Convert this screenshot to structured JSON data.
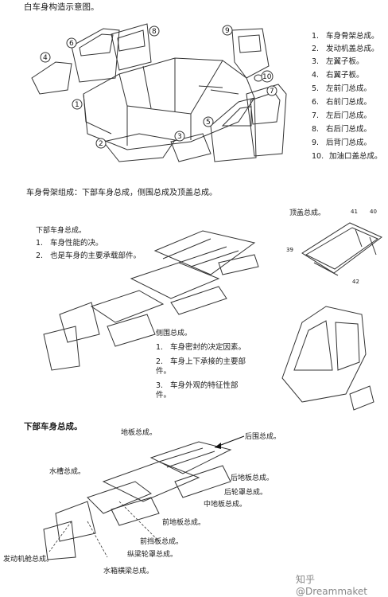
{
  "title": "白车身构造示意图。",
  "callouts_top": [
    "4",
    "6",
    "8",
    "9",
    "7",
    "10",
    "1",
    "2",
    "3",
    "5"
  ],
  "legend": [
    {
      "num": "1.",
      "label": "车身骨架总成。"
    },
    {
      "num": "2.",
      "label": "发动机盖总成。"
    },
    {
      "num": "3.",
      "label": "左翼子板。"
    },
    {
      "num": "4.",
      "label": "右翼子板。"
    },
    {
      "num": "5.",
      "label": "左前门总成。"
    },
    {
      "num": "6.",
      "label": "右前门总成。"
    },
    {
      "num": "7.",
      "label": "左后门总成。"
    },
    {
      "num": "8.",
      "label": "右后门总成。"
    },
    {
      "num": "9.",
      "label": "后背门总成。"
    },
    {
      "num": "10.",
      "label": "加油口盖总成。"
    }
  ],
  "composition": "车身骨架组成：下部车身总成，侧围总成及顶盖总成。",
  "roof": {
    "title": "顶盖总成。",
    "callouts": [
      "41",
      "40",
      "39",
      "42"
    ]
  },
  "lower": {
    "title": "下部车身总成。",
    "items": [
      {
        "num": "1.",
        "label": "车身性能的决。"
      },
      {
        "num": "2.",
        "label": "也是车身的主要承载部件。"
      }
    ]
  },
  "side": {
    "title": "侧围总成。",
    "items": [
      {
        "num": "1.",
        "label": "车身密封的决定因素。"
      },
      {
        "num": "2.",
        "label": "车身上下承接的主要部件。"
      },
      {
        "num": "3.",
        "label": "车身外观的特征性部件。"
      }
    ]
  },
  "bottom": {
    "title": "下部车身总成。",
    "labels": {
      "floor": "地板总成。",
      "rear_panel": "后围总成。",
      "water_tank": "水槽总成。",
      "rear_floor": "后地板总成。",
      "rear_wheelhouse": "后轮罩总成。",
      "mid_floor": "中地板总成。",
      "front_floor": "前地板总成。",
      "dash": "前挡板总成。",
      "rail": "纵梁轮罩总成。",
      "engine": "发动机舱总成。",
      "radiator": "水箱横梁总成。"
    }
  },
  "watermark": "知乎 @Dreammaket"
}
